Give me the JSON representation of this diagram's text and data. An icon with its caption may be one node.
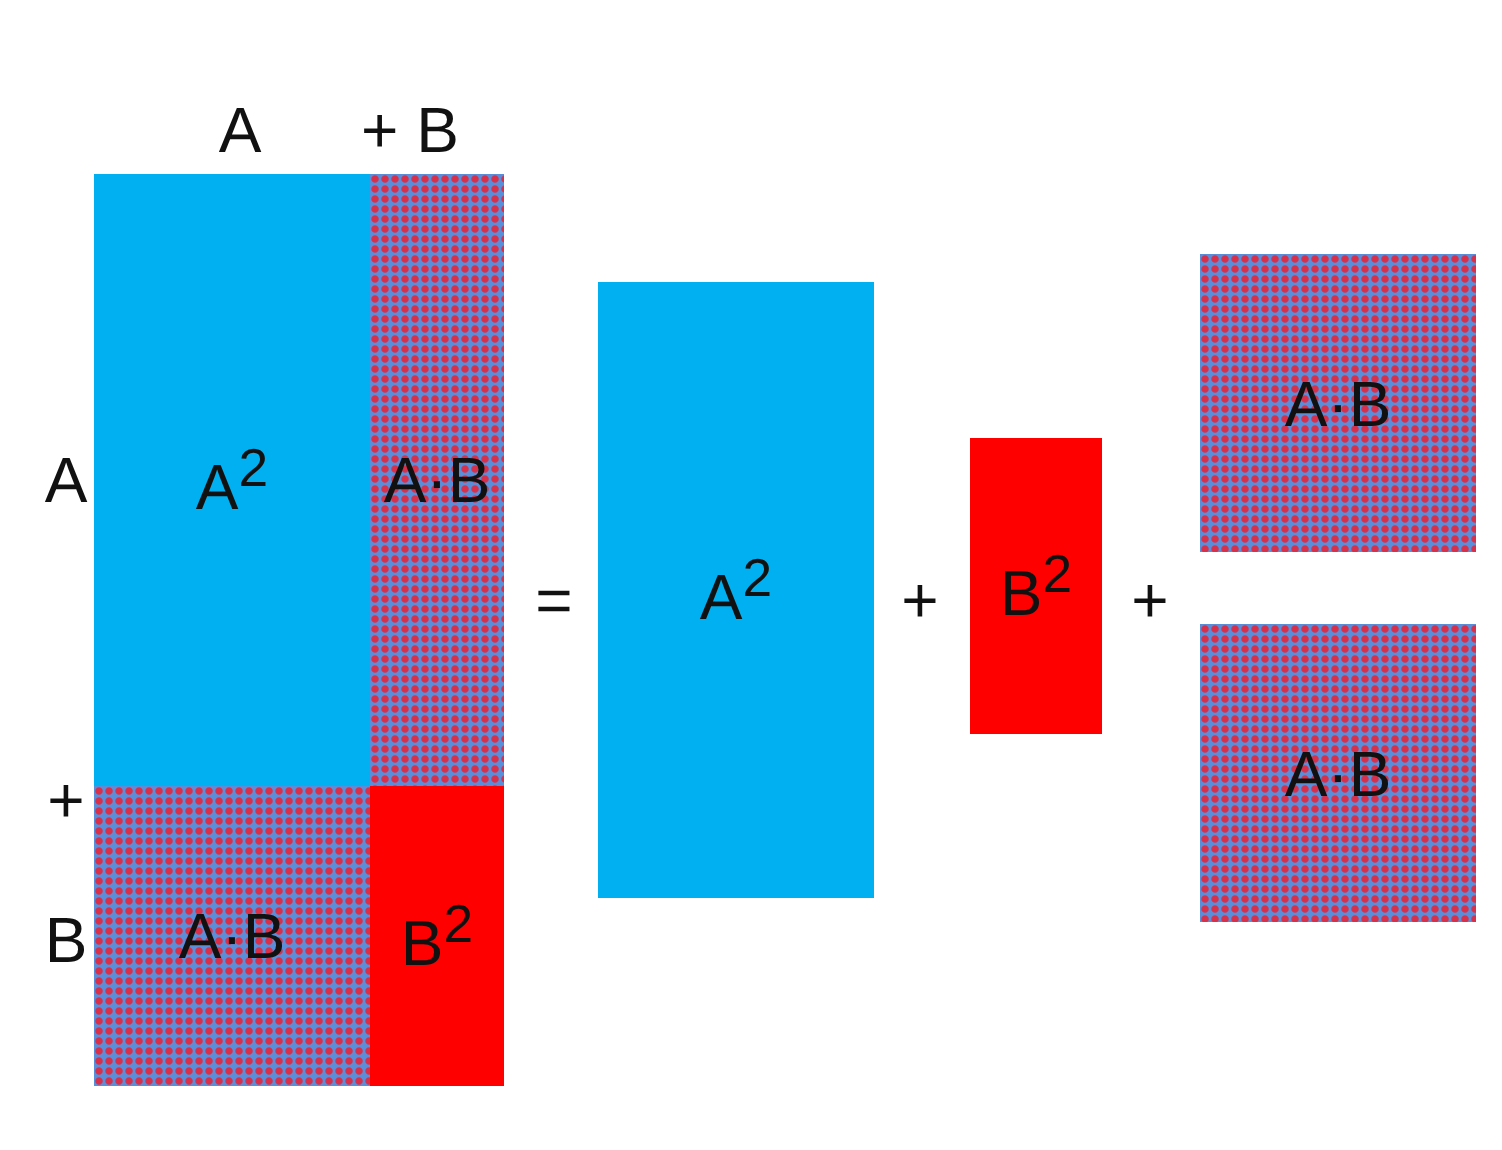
{
  "diagram": {
    "nodes": [
      {
        "text": [
          "A$^{2}$"
        ]
      },
      {
        "text": [
          "A·B"
        ]
      },
      {
        "text": [
          "A·B"
        ]
      },
      {
        "text": [
          "B$^{2}$"
        ]
      },
      {
        "text": [
          "A$^{2}$"
        ]
      },
      {
        "text": [
          "B$^{2}$"
        ]
      },
      {
        "text": [
          "A·B"
        ]
      },
      {
        "text": [
          "A·B"
        ]
      }
    ],
    "labels": [
      "A",
      "+ B",
      "A",
      "=",
      "+",
      "+",
      "+",
      "B"
    ]
  }
}
